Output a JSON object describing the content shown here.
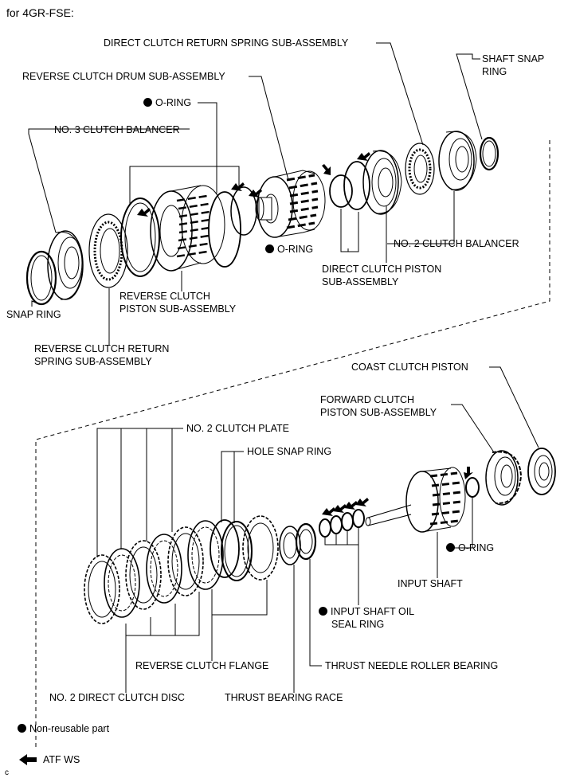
{
  "header": {
    "title": "for 4GR-FSE:"
  },
  "labels": {
    "direct_clutch_return_spring": "DIRECT CLUTCH RETURN SPRING SUB-ASSEMBLY",
    "shaft_snap_ring_1": "SHAFT SNAP",
    "shaft_snap_ring_2": "RING",
    "reverse_clutch_drum": "REVERSE CLUTCH DRUM SUB-ASSEMBLY",
    "o_ring": "O-RING",
    "no3_clutch_balancer": "NO. 3 CLUTCH BALANCER",
    "no2_clutch_balancer": "NO. 2 CLUTCH BALANCER",
    "direct_clutch_piston_1": "DIRECT CLUTCH PISTON",
    "direct_clutch_piston_2": "SUB-ASSEMBLY",
    "reverse_clutch_piston_1": "REVERSE CLUTCH",
    "reverse_clutch_piston_2": "PISTON SUB-ASSEMBLY",
    "snap_ring": "SNAP RING",
    "reverse_clutch_return_spring_1": "REVERSE CLUTCH RETURN",
    "reverse_clutch_return_spring_2": "SPRING SUB-ASSEMBLY",
    "coast_clutch_piston": "COAST CLUTCH PISTON",
    "forward_clutch_piston_1": "FORWARD CLUTCH",
    "forward_clutch_piston_2": "PISTON SUB-ASSEMBLY",
    "no2_clutch_plate": "NO. 2 CLUTCH PLATE",
    "hole_snap_ring": "HOLE SNAP RING",
    "input_shaft": "INPUT SHAFT",
    "input_shaft_oil_seal_1": "INPUT SHAFT OIL",
    "input_shaft_oil_seal_2": "SEAL RING",
    "reverse_clutch_flange": "REVERSE CLUTCH FLANGE",
    "thrust_needle_roller_bearing": "THRUST NEEDLE ROLLER BEARING",
    "no2_direct_clutch_disc": "NO. 2 DIRECT CLUTCH DISC",
    "thrust_bearing_race": "THRUST BEARING RACE"
  },
  "legend": {
    "non_reusable": "Non-reusable part",
    "atf": "ATF WS"
  },
  "footer": {
    "code": "c"
  }
}
